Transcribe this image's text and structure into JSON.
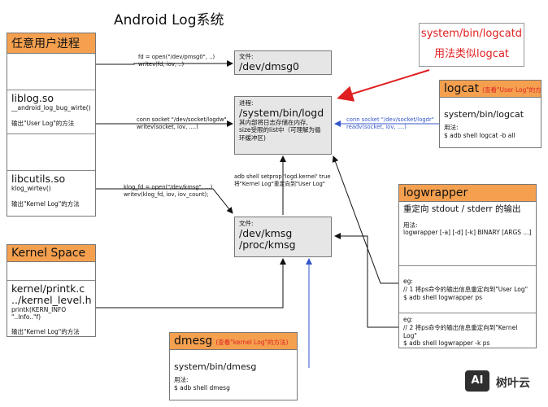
{
  "title": "Android Log系统",
  "note": {
    "line1": "system/bin/logcatd",
    "line2": "用法类似logcat"
  },
  "user_proc": {
    "header": "任意用户进程",
    "liblog": {
      "name": "liblog.so",
      "func": "__android_log_bug_wirte()",
      "desc": "输出\"User Log\"的方法"
    },
    "libcutils": {
      "name": "libcutils.so",
      "func": "klog_wirtev()",
      "desc": "输出\"Kernel Log\"的方法"
    }
  },
  "kernel_space": {
    "header": "Kernel Space",
    "file1": "kernel/printk.c",
    "file2": "../kernel_level.h",
    "call": "printk(KERN_INFO \"..Info..\"f)",
    "desc": "输出\"Kernel Log\"的方法"
  },
  "dmsg0": {
    "label": "文件:",
    "path": "/dev/dmsg0"
  },
  "logd": {
    "label": "进程:",
    "path": "/system/bin/logd",
    "desc1": "其内部将日志存储在内存,",
    "desc2": "size受限的list中（可理解为循",
    "desc3": "环缓冲区)"
  },
  "kmsg": {
    "label": "文件:",
    "path1": "/dev/kmsg",
    "path2": "/proc/kmsg"
  },
  "logcat": {
    "header": "logcat",
    "sub": "(查看\"User Log\"的方法)",
    "path": "system/bin/logcat",
    "usage_label": "用法:",
    "usage_cmd": "$ adb shell logcat -b all"
  },
  "logwrapper": {
    "header": "logwrapper",
    "desc": "重定向 stdout / stderr 的输出",
    "usage_label": "用法:",
    "usage_cmd": "logwrapper [-a] [-d] [-k] BINARY [ARGS ...]",
    "eg1_label": "eg:",
    "eg1_desc": "// 1 将ps命令的输出信息重定向到\"User Log\"",
    "eg1_cmd": "$ adb shell logwrapper  ps",
    "eg2_label": "eg:",
    "eg2_desc": "// 2 将ps命令的输出信息重定向到\"Kernel Log\"",
    "eg2_cmd": "$ adb shell logwrapper  -k ps"
  },
  "dmesg": {
    "header": "dmesg",
    "sub": "(查看\"kernel Log\"的方法)",
    "path": "system/bin/dmesg",
    "usage_label": "用法:",
    "usage_cmd": "$ adb shell dmesg"
  },
  "edges": {
    "dmsg0_1": "fd = open(\"/dev/pmsg0\", ..)",
    "dmsg0_2": "writev(fd, iov, ..)",
    "logd_1": "conn socket \"/dev/socket/logdw\"",
    "logd_2": "writev(socket, iov, ....)",
    "kmsg_1": "klog_fd = open(\"/dev/kmsg\", ...)",
    "kmsg_2": "writev(klog_fd, iov, iov_count);",
    "setprop_1": "adb shell setprop 'logd.kernel' true",
    "setprop_2": "将\"Kernel Log\"重定向到\"User Log\"",
    "logdr_1": "conn socket \"/dev/socket/logdr\"",
    "logdr_2": "readv(socket, iov, ....)"
  },
  "watermark": {
    "logo": "AI",
    "text": "树叶云"
  },
  "colors": {
    "header": "#f5a04f",
    "box_gray": "#e6e6e6",
    "note_red": "#e02020",
    "arrow_blue": "#3355cc"
  }
}
